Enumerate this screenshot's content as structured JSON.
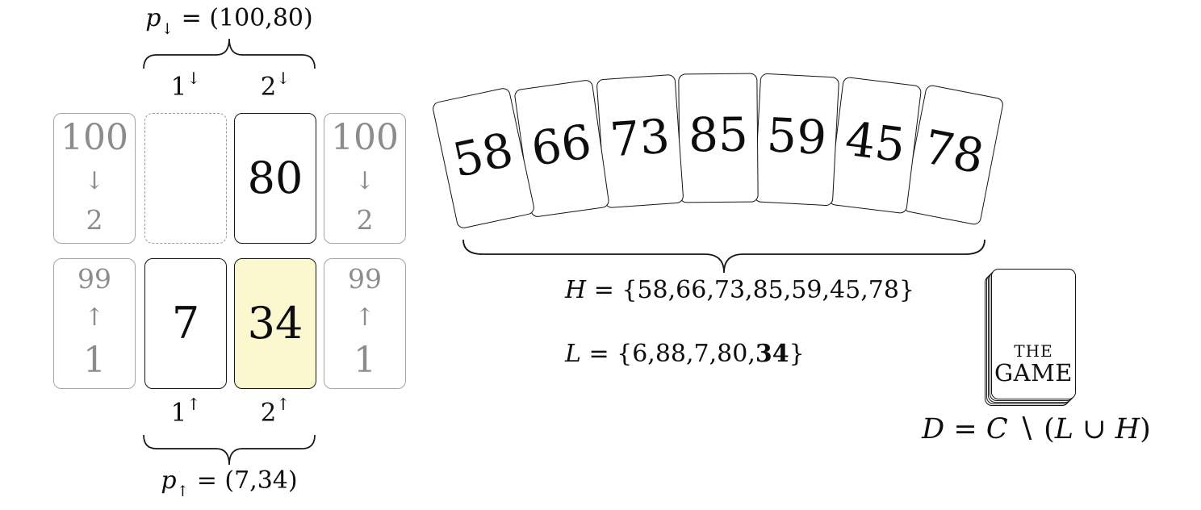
{
  "board": {
    "p_down": {
      "var": "p",
      "sub": "↓",
      "rest": " = (100,80)"
    },
    "p_up": {
      "var": "p",
      "sub": "↑",
      "rest": " = (7,34)"
    },
    "columns_down": [
      {
        "num": "1",
        "arrow": "↓"
      },
      {
        "num": "2",
        "arrow": "↓"
      }
    ],
    "columns_up": [
      {
        "num": "1",
        "arrow": "↑"
      },
      {
        "num": "2",
        "arrow": "↑"
      }
    ],
    "descending_pile_marker": {
      "start": "100",
      "arrow": "↓",
      "end": "2"
    },
    "ascending_pile_marker": {
      "end": "99",
      "arrow": "↑",
      "start": "1"
    },
    "down_row": {
      "slot1": "",
      "slot2": "80"
    },
    "up_row": {
      "slot1": "7",
      "slot2": "34"
    }
  },
  "hand": {
    "cards": [
      "58",
      "66",
      "73",
      "85",
      "59",
      "45",
      "78"
    ]
  },
  "formulas": {
    "hand_set": "H = {58,66,73,85,59,45,78}",
    "low_set_prefix": "L = {6,88,7,80,",
    "low_set_bold": "34",
    "low_set_suffix": "}",
    "deck_def": "D = C ∖ (L ∪ H)"
  },
  "deck": {
    "title_line1": "THE",
    "title_line2": "GAME"
  },
  "colors": {
    "highlight_card": "#fbf8d0",
    "muted_gray": "#8c8c8c",
    "ink": "#0d0d0d"
  }
}
